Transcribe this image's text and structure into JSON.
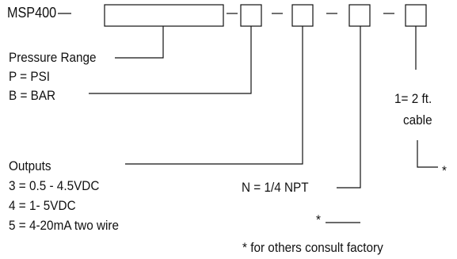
{
  "model": "MSP400",
  "pressure": {
    "heading": "Pressure Range",
    "options": [
      "P = PSI",
      "B = BAR"
    ]
  },
  "outputs": {
    "heading": "Outputs",
    "options": [
      "3 = 0.5 - 4.5VDC",
      "4  = 1- 5VDC",
      "5 = 4-20mA two wire"
    ]
  },
  "fitting": {
    "option": "N = 1/4 NPT",
    "other": "*"
  },
  "cable": {
    "option_line1": "1= 2 ft.",
    "option_line2": "cable",
    "other": "*"
  },
  "footnote": "* for others consult factory",
  "colors": {
    "ink": "#111111",
    "background": "#ffffff"
  }
}
